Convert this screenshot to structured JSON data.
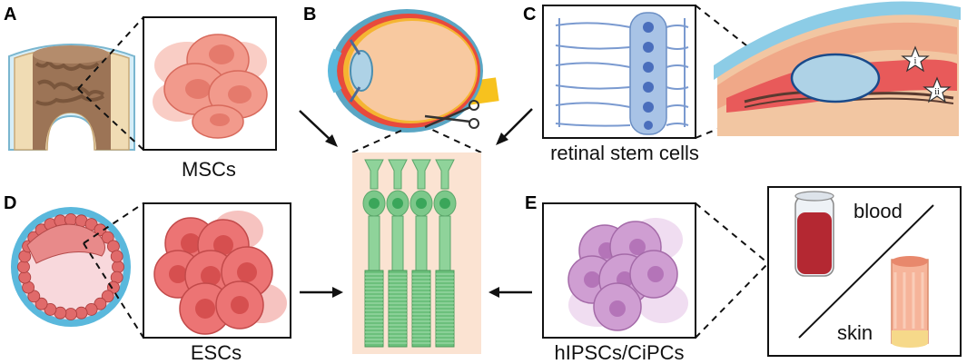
{
  "panels": {
    "a": {
      "letter": "A",
      "caption": "MSCs"
    },
    "b": {
      "letter": "B"
    },
    "c": {
      "letter": "C",
      "caption": "retinal stem cells",
      "marker_1": "i",
      "marker_2": "ii"
    },
    "d": {
      "letter": "D",
      "caption": "ESCs"
    },
    "e": {
      "letter": "E",
      "caption": "hIPSCs/CiPCs",
      "source_1": "blood",
      "source_2": "skin"
    }
  },
  "colors": {
    "bone": "#f0dcb4",
    "marrow": "#9c7456",
    "msc_cell": "#f29a8c",
    "eye_body": "#f8c9a0",
    "lens": "#aed2e6",
    "retinal_cell": "#a8c3e6",
    "esc_cell": "#ec7474",
    "blastocyst": "#5ab8dc",
    "ipsc_cell": "#cf9ed2",
    "blood": "#b42832",
    "skin": "#f6b49a",
    "photoreceptor": "#8fd39a",
    "center_bg": "#fbe3d2"
  },
  "icons": [
    "scissors-icon",
    "star-marker-icon",
    "arrow-icon"
  ]
}
